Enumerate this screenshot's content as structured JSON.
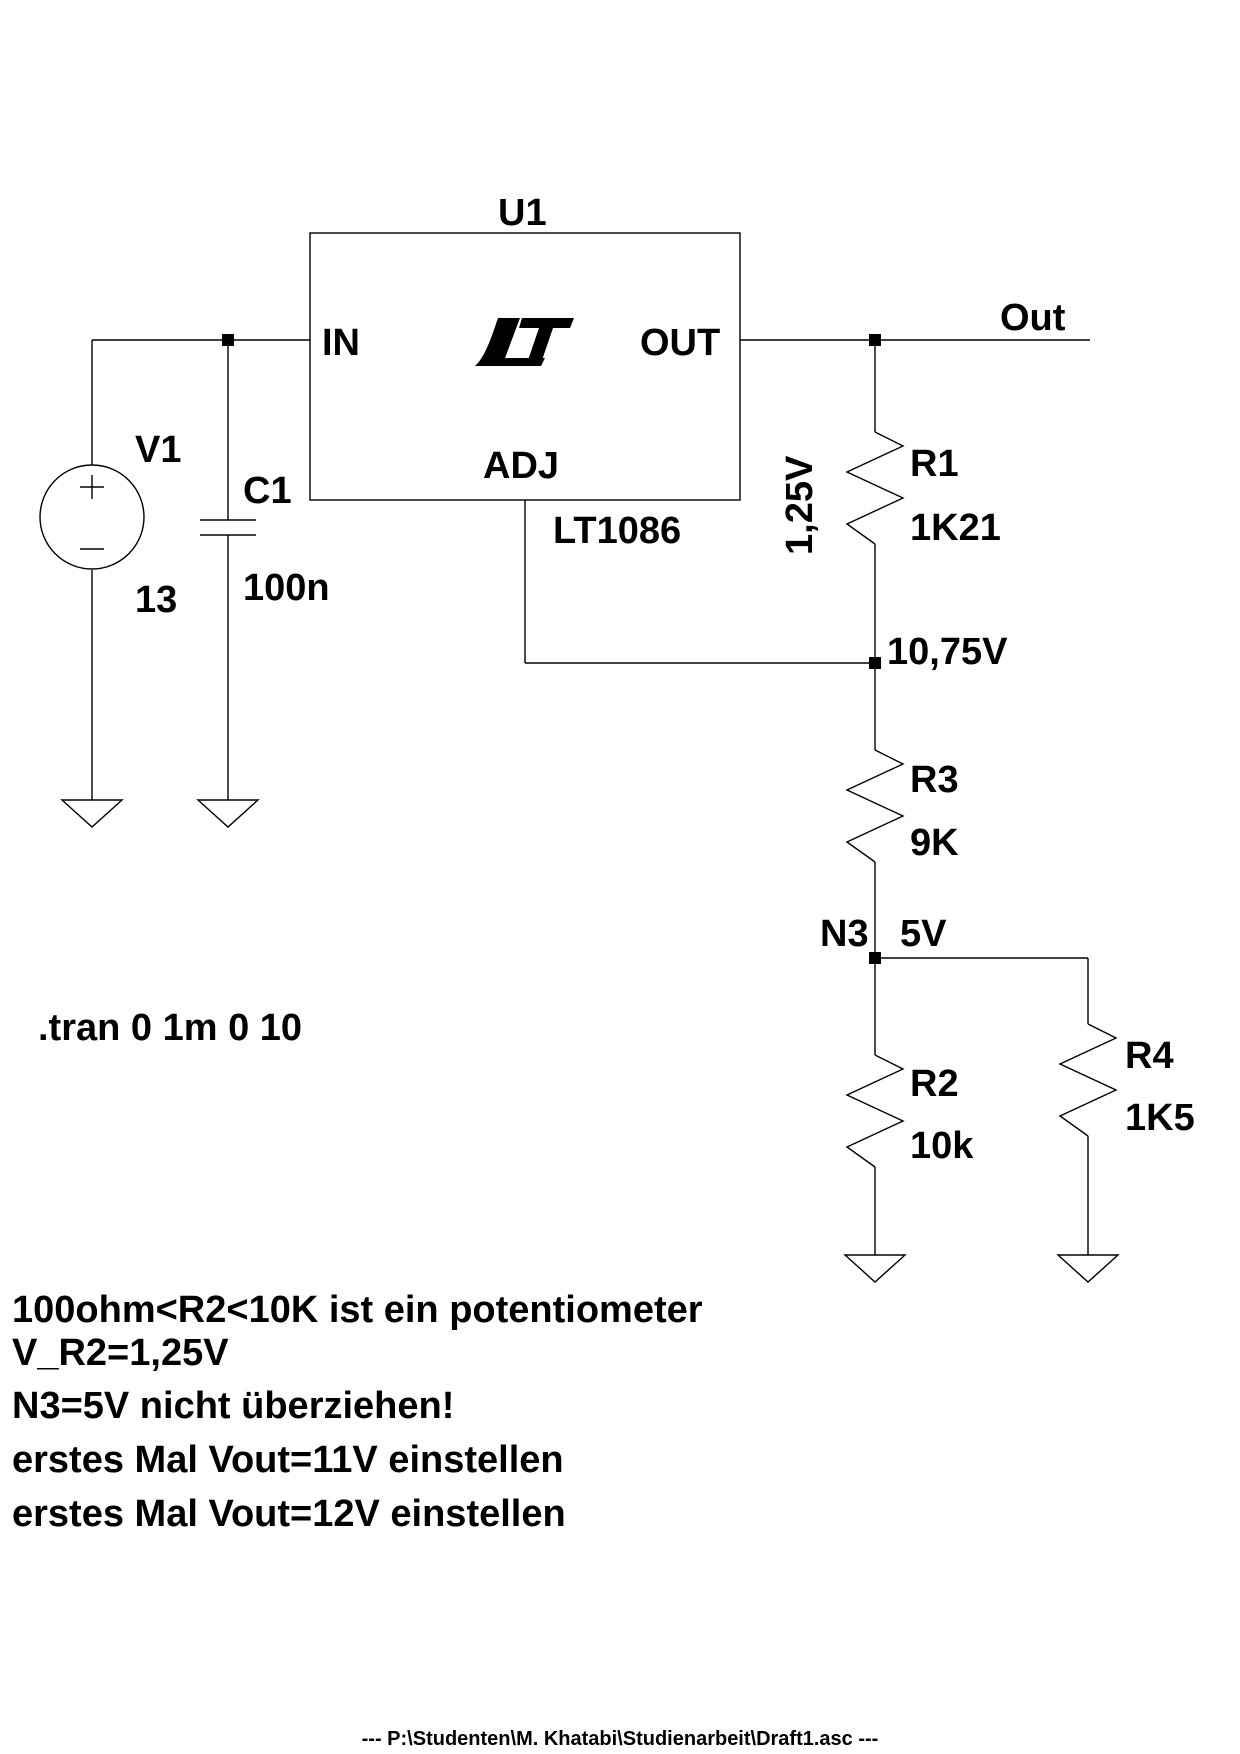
{
  "regulator": {
    "ref": "U1",
    "part": "LT1086",
    "logo": "LT",
    "pins": {
      "in": "IN",
      "out": "OUT",
      "adj": "ADJ"
    }
  },
  "source": {
    "ref": "V1",
    "value": "13"
  },
  "c1": {
    "ref": "C1",
    "value": "100n"
  },
  "r1": {
    "ref": "R1",
    "value": "1K21",
    "drop_label": "1,25V"
  },
  "r3": {
    "ref": "R3",
    "value": "9K"
  },
  "r2": {
    "ref": "R2",
    "value": "10k"
  },
  "r4": {
    "ref": "R4",
    "value": "1K5"
  },
  "nets": {
    "out": "Out",
    "adj_node": "10,75V",
    "n3_name": "N3",
    "n3_voltage": "5V"
  },
  "directive": ".tran 0 1m 0 10",
  "notes": [
    "100ohm<R2<10K ist ein potentiometer",
    "V_R2=1,25V",
    "N3=5V nicht überziehen!",
    "erstes Mal Vout=11V einstellen",
    "erstes Mal Vout=12V einstellen"
  ],
  "footer": "---  P:\\Studenten\\M. Khatabi\\Studienarbeit\\Draft1.asc  ---"
}
